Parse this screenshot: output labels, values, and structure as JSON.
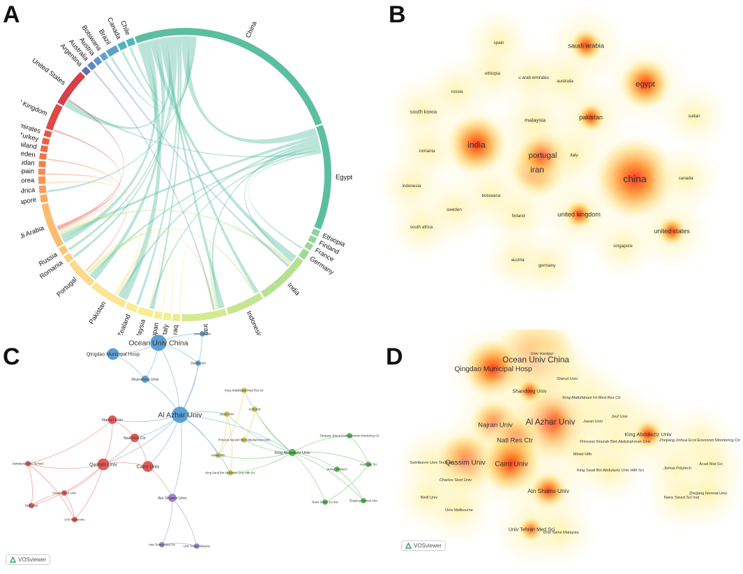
{
  "panels": {
    "a": "A",
    "b": "B",
    "c": "C",
    "d": "D"
  },
  "vosviewer": "VOSviewer",
  "chart_data": [
    {
      "type": "chord",
      "panel": "A",
      "segments": [
        {
          "name": "China",
          "color": "#5bbf9f",
          "weight": 30
        },
        {
          "name": "Egypt",
          "color": "#5bbf9f",
          "weight": 14
        },
        {
          "name": "Ethiopia",
          "color": "#8fd3a0",
          "weight": 0.8
        },
        {
          "name": "Finland",
          "color": "#95d59c",
          "weight": 0.8
        },
        {
          "name": "France",
          "color": "#9bd798",
          "weight": 0.8
        },
        {
          "name": "Germany",
          "color": "#a1d994",
          "weight": 1.2
        },
        {
          "name": "India",
          "color": "#b8e091",
          "weight": 7
        },
        {
          "name": "Indonesia",
          "color": "#c6e590",
          "weight": 5
        },
        {
          "name": "Iran",
          "color": "#d4ea8e",
          "weight": 6
        },
        {
          "name": "Iraq",
          "color": "#e6ef8c",
          "weight": 1
        },
        {
          "name": "Italy",
          "color": "#edf08d",
          "weight": 1
        },
        {
          "name": "Japan",
          "color": "#f2f08f",
          "weight": 1
        },
        {
          "name": "Malaysia",
          "color": "#f6ef91",
          "weight": 2
        },
        {
          "name": "New Zealand",
          "color": "#f9ec93",
          "weight": 1.5
        },
        {
          "name": "Pakistan",
          "color": "#fce595",
          "weight": 5
        },
        {
          "name": "Portugal",
          "color": "#fdd98a",
          "weight": 4
        },
        {
          "name": "Romania",
          "color": "#fdcf80",
          "weight": 1
        },
        {
          "name": "Russia",
          "color": "#fdc578",
          "weight": 1
        },
        {
          "name": "Saudi Arabia",
          "color": "#fdbb6f",
          "weight": 6
        },
        {
          "name": "Singapore",
          "color": "#fcaa62",
          "weight": 1
        },
        {
          "name": "South Africa",
          "color": "#fb9f5b",
          "weight": 1
        },
        {
          "name": "South Korea",
          "color": "#f99455",
          "weight": 1
        },
        {
          "name": "Spain",
          "color": "#f78a50",
          "weight": 0.8
        },
        {
          "name": "Sudan",
          "color": "#f4804b",
          "weight": 0.8
        },
        {
          "name": "Sweden",
          "color": "#f17647",
          "weight": 0.8
        },
        {
          "name": "Thailand",
          "color": "#ec6c45",
          "weight": 0.8
        },
        {
          "name": "Turkey",
          "color": "#e76243",
          "weight": 0.8
        },
        {
          "name": "U Arab Emirates",
          "color": "#e25843",
          "weight": 0.8
        },
        {
          "name": "United Kingdom",
          "color": "#dc4a44",
          "weight": 3.5
        },
        {
          "name": "United States",
          "color": "#d5404a",
          "weight": 5
        },
        {
          "name": "Argentina",
          "color": "#5e6fb3",
          "weight": 0.8
        },
        {
          "name": "Australia",
          "color": "#5f86be",
          "weight": 0.8
        },
        {
          "name": "Austria",
          "color": "#6193c6",
          "weight": 0.8
        },
        {
          "name": "Botswana",
          "color": "#64a0cd",
          "weight": 0.8
        },
        {
          "name": "Brazil",
          "color": "#5aa3c6",
          "weight": 1.5
        },
        {
          "name": "Canada",
          "color": "#54aec0",
          "weight": 1
        },
        {
          "name": "Chile",
          "color": "#52b6b5",
          "weight": 1
        }
      ],
      "links": [
        [
          "China",
          "Pakistan",
          3
        ],
        [
          "China",
          "Saudi Arabia",
          2
        ],
        [
          "China",
          "India",
          2
        ],
        [
          "China",
          "Portugal",
          2
        ],
        [
          "China",
          "Indonesia",
          1.5
        ],
        [
          "China",
          "Iran",
          1.5
        ],
        [
          "China",
          "United States",
          2
        ],
        [
          "China",
          "Russia",
          1
        ],
        [
          "China",
          "Romania",
          1
        ],
        [
          "China",
          "New Zealand",
          1
        ],
        [
          "China",
          "Malaysia",
          1
        ],
        [
          "China",
          "Egypt",
          3
        ],
        [
          "China",
          "Canada",
          0.8
        ],
        [
          "China",
          "Chile",
          0.8
        ],
        [
          "China",
          "Brazil",
          0.8
        ],
        [
          "China",
          "South Africa",
          0.8
        ],
        [
          "Egypt",
          "Saudi Arabia",
          1.5
        ],
        [
          "Egypt",
          "Pakistan",
          1
        ],
        [
          "Egypt",
          "India",
          1
        ],
        [
          "Egypt",
          "Iran",
          1
        ],
        [
          "Egypt",
          "Portugal",
          1
        ],
        [
          "Egypt",
          "Malaysia",
          0.8
        ],
        [
          "Egypt",
          "United States",
          0.8
        ],
        [
          "Egypt",
          "Germany",
          0.6
        ],
        [
          "India",
          "Saudi Arabia",
          1
        ],
        [
          "India",
          "Iran",
          0.8
        ],
        [
          "Iran",
          "Portugal",
          0.8
        ],
        [
          "Indonesia",
          "Portugal",
          0.8
        ],
        [
          "Pakistan",
          "Saudi Arabia",
          0.8
        ],
        [
          "Pakistan",
          "Malaysia",
          0.6
        ],
        [
          "Saudi Arabia",
          "South Korea",
          0.6
        ],
        [
          "Botswana",
          "India",
          0.8
        ],
        [
          "Australia",
          "Iran",
          0.6
        ],
        [
          "United Kingdom",
          "Saudi Arabia",
          0.6
        ],
        [
          "United States",
          "Saudi Arabia",
          0.6
        ],
        [
          "Italy",
          "Pakistan",
          0.5
        ],
        [
          "Japan",
          "Portugal",
          0.5
        ],
        [
          "Iraq",
          "Iran",
          0.5
        ],
        [
          "Sweden",
          "Portugal",
          0.5
        ],
        [
          "Spain",
          "Saudi Arabia",
          0.5
        ]
      ]
    },
    {
      "type": "heatmap",
      "panel": "B",
      "labels": [
        {
          "text": "china",
          "density": 1.0
        },
        {
          "text": "india",
          "density": 0.8
        },
        {
          "text": "iran",
          "density": 0.75
        },
        {
          "text": "portugal",
          "density": 0.7
        },
        {
          "text": "egypt",
          "density": 0.7
        },
        {
          "text": "saudi arabia",
          "density": 0.5
        },
        {
          "text": "pakistan",
          "density": 0.45
        },
        {
          "text": "united kingdom",
          "density": 0.45
        },
        {
          "text": "united states",
          "density": 0.45
        },
        {
          "text": "malaysia",
          "density": 0.3
        },
        {
          "text": "south korea",
          "density": 0.25
        },
        {
          "text": "spain",
          "density": 0.15
        },
        {
          "text": "ethiopia",
          "density": 0.15
        },
        {
          "text": "u arab emirates",
          "density": 0.15
        },
        {
          "text": "australia",
          "density": 0.15
        },
        {
          "text": "russia",
          "density": 0.15
        },
        {
          "text": "sudan",
          "density": 0.15
        },
        {
          "text": "romania",
          "density": 0.15
        },
        {
          "text": "italy",
          "density": 0.15
        },
        {
          "text": "canada",
          "density": 0.15
        },
        {
          "text": "indonesia",
          "density": 0.15
        },
        {
          "text": "botswana",
          "density": 0.15
        },
        {
          "text": "sweden",
          "density": 0.15
        },
        {
          "text": "finland",
          "density": 0.15
        },
        {
          "text": "south africa",
          "density": 0.15
        },
        {
          "text": "singapore",
          "density": 0.15
        },
        {
          "text": "austria",
          "density": 0.15
        },
        {
          "text": "germany",
          "density": 0.15
        }
      ]
    },
    {
      "type": "network",
      "panel": "C",
      "nodes": [
        {
          "id": "Ocean Univ China",
          "cluster": "blue",
          "size": 3
        },
        {
          "id": "Qingdao Municipal Hosp",
          "cluster": "blue",
          "size": 2
        },
        {
          "id": "Univ Hanipur",
          "cluster": "blue",
          "size": 0.6
        },
        {
          "id": "Shenzi Univ",
          "cluster": "blue",
          "size": 0.6
        },
        {
          "id": "Shandong Univ",
          "cluster": "blue",
          "size": 1
        },
        {
          "id": "Al Azhar Univ",
          "cluster": "blue",
          "size": 3
        },
        {
          "id": "King Abdullahasi Med Res Ctr",
          "cluster": "yellow",
          "size": 0.6
        },
        {
          "id": "Jouf Univ",
          "cluster": "yellow",
          "size": 0.6
        },
        {
          "id": "Jazan Univ",
          "cluster": "yellow",
          "size": 0.6
        },
        {
          "id": "Princess Nourah Bint Abdulrahman Univ",
          "cluster": "yellow",
          "size": 0.6
        },
        {
          "id": "Minist Hlth",
          "cluster": "yellow",
          "size": 0.6
        },
        {
          "id": "King Saud Bin Abdulaziz Univ Hlth Sci",
          "cluster": "yellow",
          "size": 0.6
        },
        {
          "id": "King Abdulaziz Univ",
          "cluster": "green",
          "size": 1
        },
        {
          "id": "Zhejiang Jinhua Ecol Environm Monitoring Ctr",
          "cluster": "green",
          "size": 0.6
        },
        {
          "id": "Acad Mat Sci",
          "cluster": "green",
          "size": 0.6
        },
        {
          "id": "Jishua Polytech",
          "cluster": "green",
          "size": 0.6
        },
        {
          "id": "Nano Smart Sci Inst",
          "cluster": "green",
          "size": 0.6
        },
        {
          "id": "Zhejiang Normal Univ",
          "cluster": "green",
          "size": 0.6
        },
        {
          "id": "Najran Univ",
          "cluster": "red",
          "size": 1.3
        },
        {
          "id": "Natl Res Ctr",
          "cluster": "red",
          "size": 1.3
        },
        {
          "id": "Qassim Univ",
          "cluster": "red",
          "size": 2
        },
        {
          "id": "Cairo Univ",
          "cluster": "red",
          "size": 1.8
        },
        {
          "id": "Swinburne Univ Technol",
          "cluster": "red",
          "size": 0.6
        },
        {
          "id": "Charles Sturt Univ",
          "cluster": "red",
          "size": 0.6
        },
        {
          "id": "Birdi Univ",
          "cluster": "red",
          "size": 0.6
        },
        {
          "id": "Univ Melbourne",
          "cluster": "red",
          "size": 0.6
        },
        {
          "id": "Ain Shams Univ",
          "cluster": "purple",
          "size": 1.2
        },
        {
          "id": "Univ Tehran Med Sci",
          "cluster": "purple",
          "size": 0.6
        },
        {
          "id": "Univ Sains Malaysia",
          "cluster": "purple",
          "size": 0.6
        }
      ]
    },
    {
      "type": "heatmap",
      "panel": "D",
      "labels": [
        {
          "text": "Ocean Univ China",
          "density": 1.0
        },
        {
          "text": "Al Azhar Univ",
          "density": 1.0
        },
        {
          "text": "Qingdao Municipal Hosp",
          "density": 0.8
        },
        {
          "text": "Univ Hanipur",
          "density": 0.2
        },
        {
          "text": "Shenzi Univ",
          "density": 0.2
        },
        {
          "text": "Shandong Univ",
          "density": 0.4
        },
        {
          "text": "King Abdullahasi Int Med Res Ctr",
          "density": 0.2
        },
        {
          "text": "Jazan Univ",
          "density": 0.2
        },
        {
          "text": "Jouf Univ",
          "density": 0.2
        },
        {
          "text": "Najran Univ",
          "density": 0.7
        },
        {
          "text": "Natl Res Ctr",
          "density": 0.7
        },
        {
          "text": "Princess Nourah Bint Abdulrahman Univ",
          "density": 0.2
        },
        {
          "text": "King Abdulaziz Univ",
          "density": 0.45
        },
        {
          "text": "Zhejiang Jinhua Ecol Environm Monitoring Ctr",
          "density": 0.2
        },
        {
          "text": "Minist Hlth",
          "density": 0.2
        },
        {
          "text": "Swinburne Univ Technol",
          "density": 0.2
        },
        {
          "text": "Qassim Univ",
          "density": 0.8
        },
        {
          "text": "Cairo Univ",
          "density": 0.8
        },
        {
          "text": "King Saud Bin Abdulaziz Univ Hlth Sci",
          "density": 0.2
        },
        {
          "text": "Jishua Polytech",
          "density": 0.2
        },
        {
          "text": "Acad Mat Sci",
          "density": 0.2
        },
        {
          "text": "Charles Sturt Univ",
          "density": 0.2
        },
        {
          "text": "Birdi Univ",
          "density": 0.2
        },
        {
          "text": "Univ Melbourne",
          "density": 0.2
        },
        {
          "text": "Ain Shams Univ",
          "density": 0.55
        },
        {
          "text": "Nano Smart Sci Inst",
          "density": 0.2
        },
        {
          "text": "Zhejiang Normal Univ",
          "density": 0.2
        },
        {
          "text": "Univ Tehran Med Sci",
          "density": 0.4
        },
        {
          "text": "Univ Sains Malaysia",
          "density": 0.2
        }
      ]
    }
  ]
}
